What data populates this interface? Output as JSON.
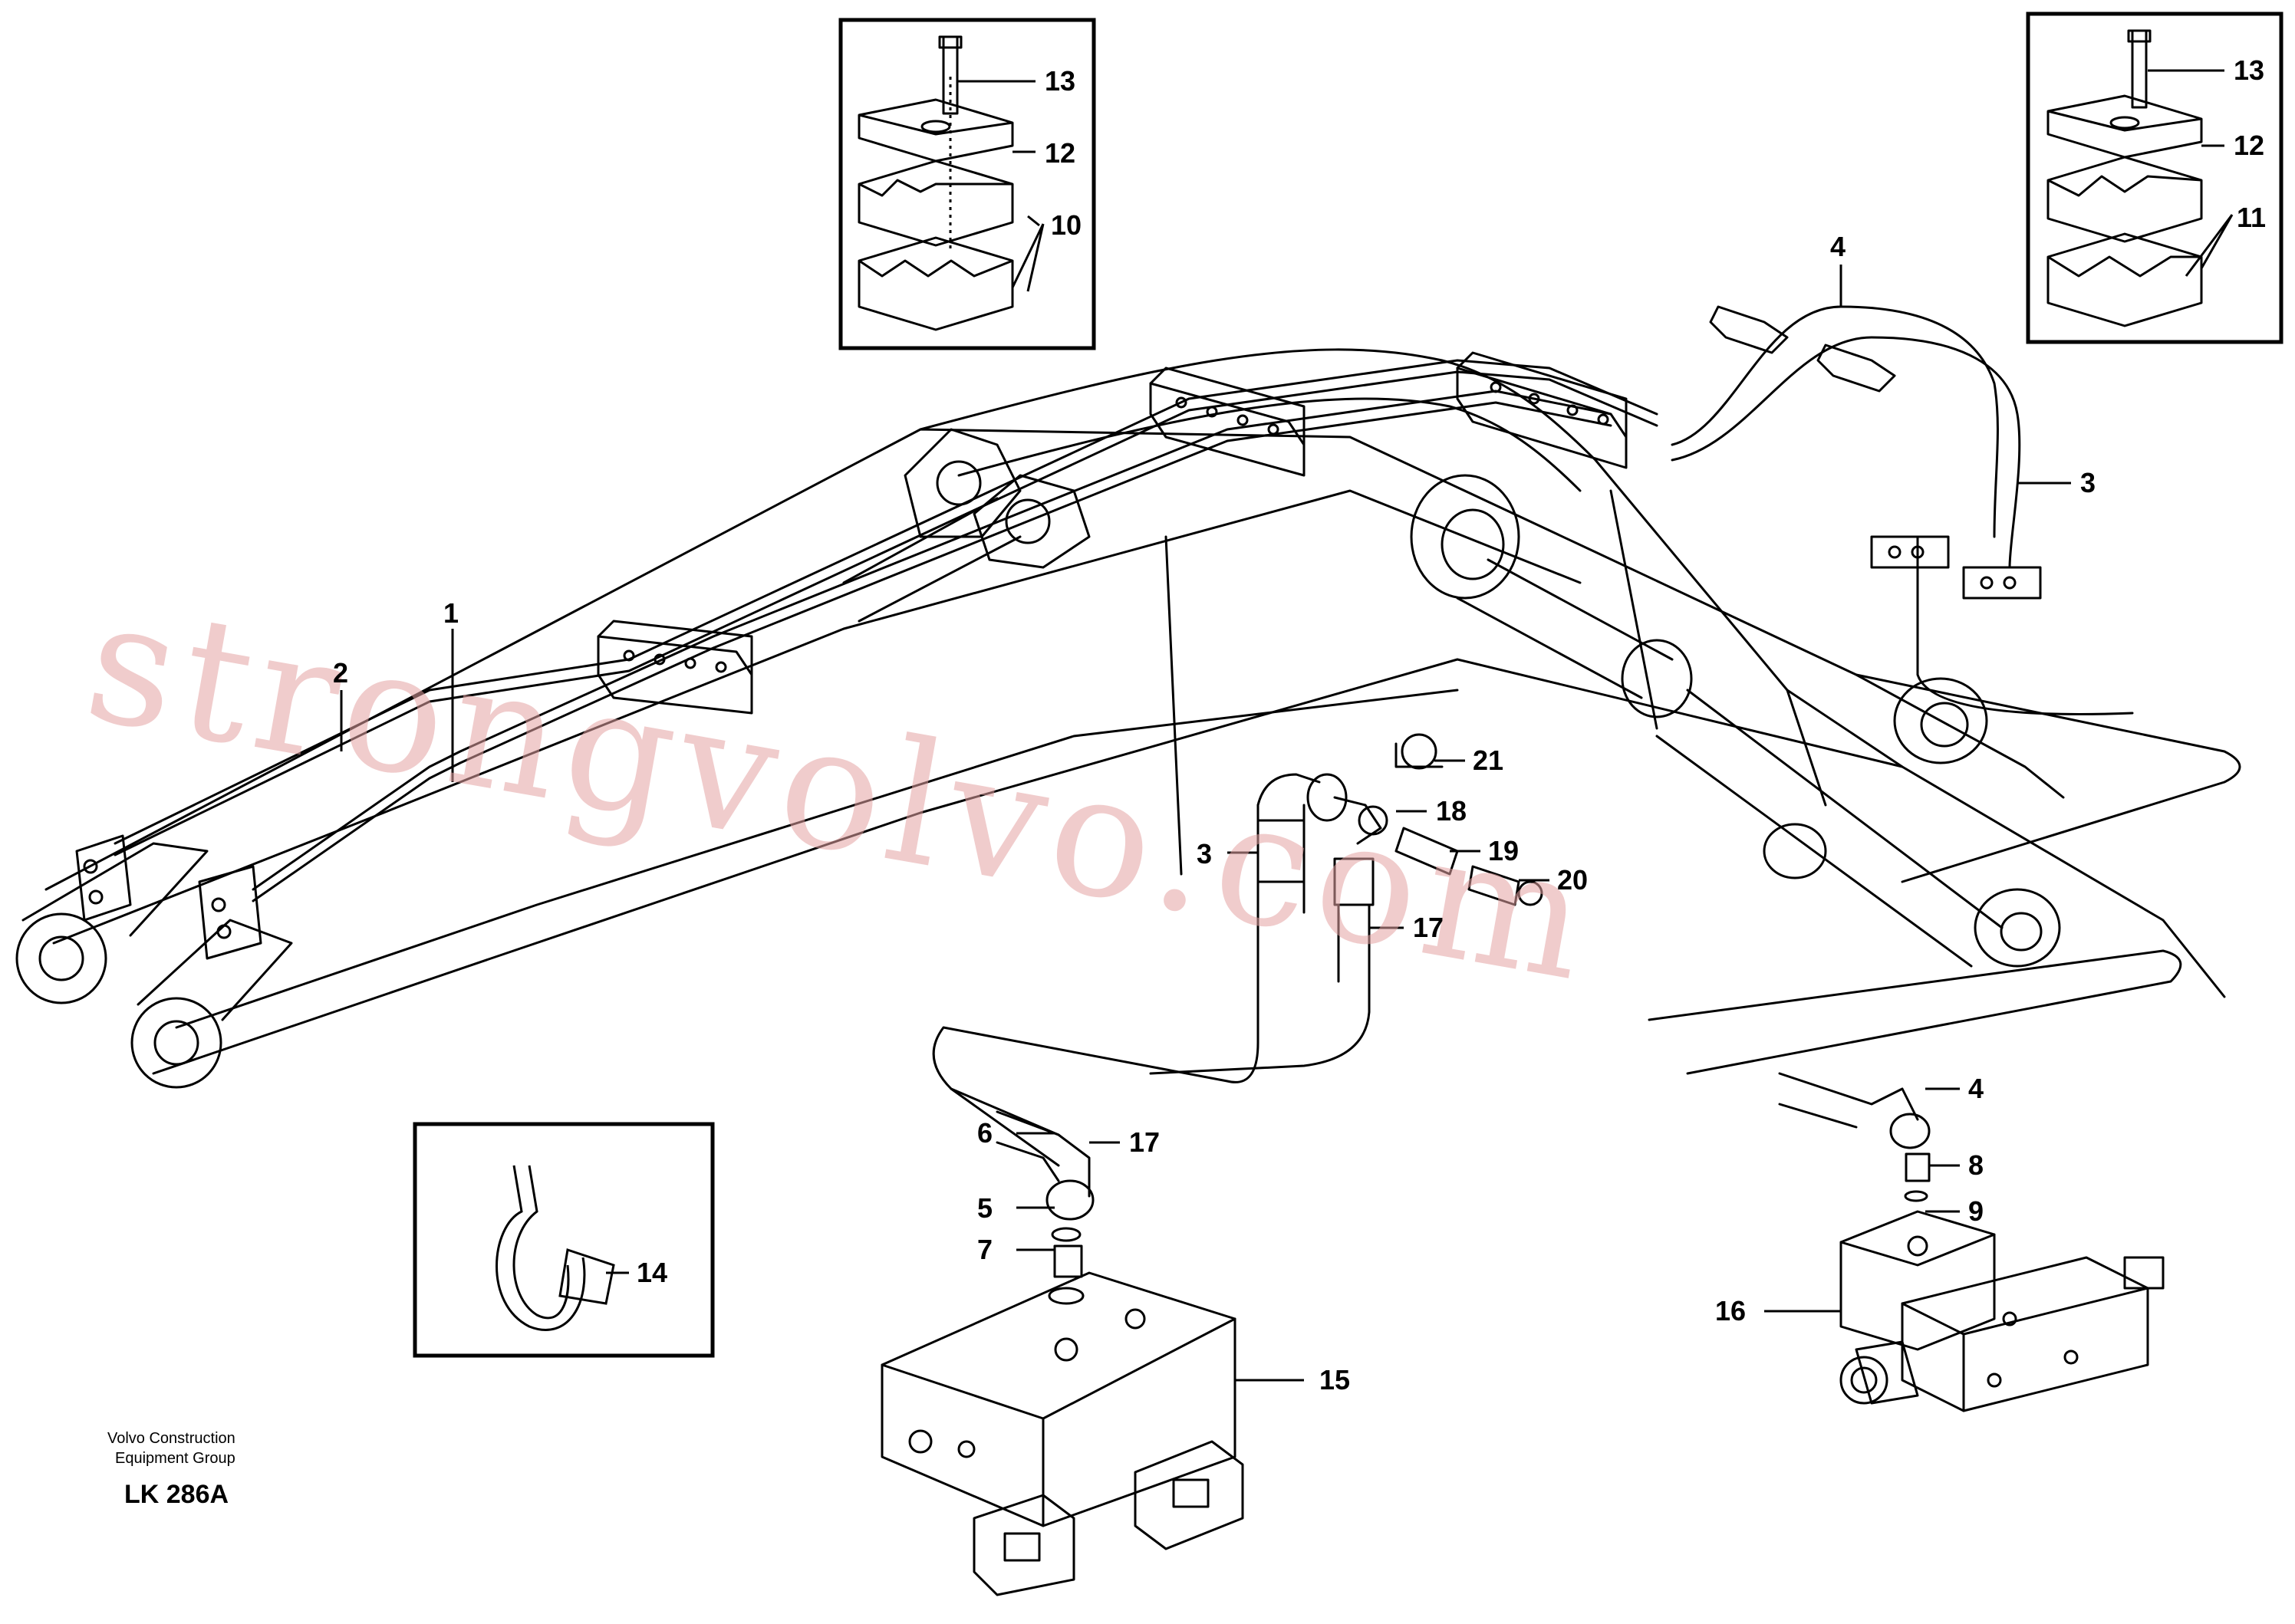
{
  "callouts": {
    "c1": "1",
    "c2": "2",
    "c3a": "3",
    "c3b": "3",
    "c4a": "4",
    "c4b": "4",
    "c5": "5",
    "c6": "6",
    "c7": "7",
    "c8": "8",
    "c9": "9",
    "c10": "10",
    "c11": "11",
    "c12a": "12",
    "c12b": "12",
    "c13a": "13",
    "c13b": "13",
    "c14": "14",
    "c15": "15",
    "c16": "16",
    "c17a": "17",
    "c17b": "17",
    "c18": "18",
    "c19": "19",
    "c20": "20",
    "c21": "21"
  },
  "credit": {
    "line1": "Volvo Construction",
    "line2": "Equipment Group",
    "code": "LK 286A"
  },
  "watermark": "strongvolvo.com",
  "colors": {
    "ink": "#000000",
    "watermark": "#e4a3a3",
    "paper": "#ffffff"
  }
}
